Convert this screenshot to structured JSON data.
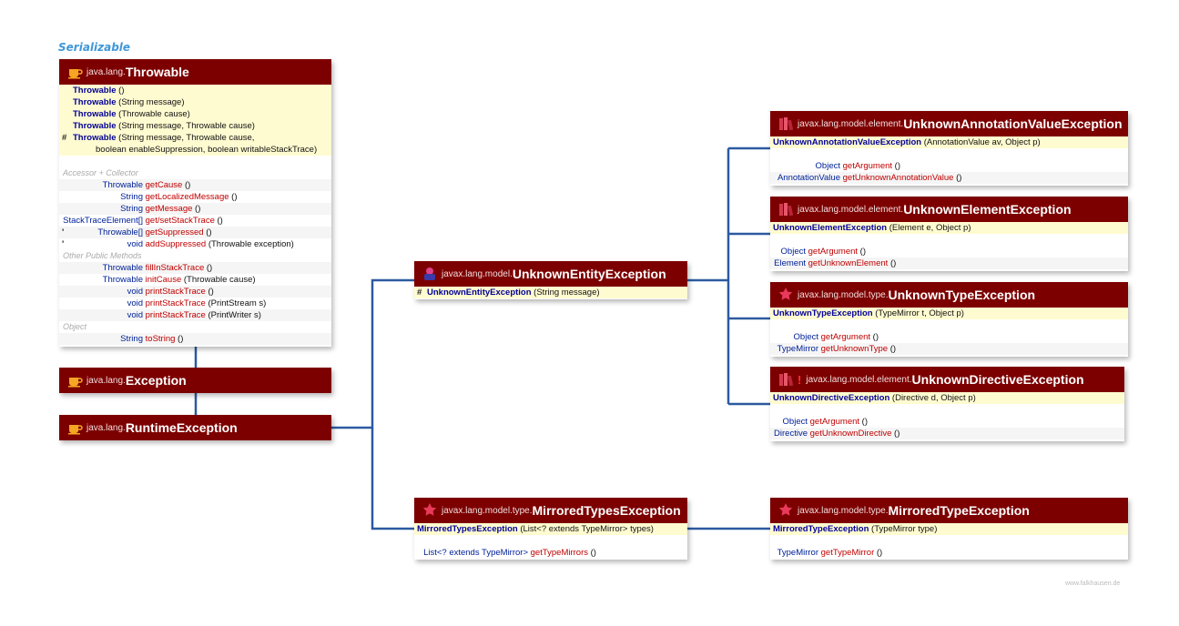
{
  "interface_label": "Serializable",
  "watermark": "www.falkhausen.de",
  "colors": {
    "header_bg": "#7d0000",
    "connector": "#2c5aa0",
    "ctor_bg": "#fffbd0",
    "method": "#c00000",
    "type": "#002299"
  },
  "throwable": {
    "package": "java.lang.",
    "name": "Throwable",
    "icon": "coffee-cup-icon",
    "ctors": [
      {
        "mark": "",
        "name": "Throwable",
        "args": " ()"
      },
      {
        "mark": "",
        "name": "Throwable",
        "args": " (String message)"
      },
      {
        "mark": "",
        "name": "Throwable",
        "args": " (Throwable cause)"
      },
      {
        "mark": "",
        "name": "Throwable",
        "args": " (String message, Throwable cause)"
      },
      {
        "mark": "#",
        "name": "Throwable",
        "args": " (String message, Throwable cause,"
      },
      {
        "mark": "",
        "name": "",
        "args": "boolean enableSuppression, boolean writableStackTrace)"
      }
    ],
    "cat_accessor": "Accessor + Collector",
    "accessors": [
      {
        "mark": "",
        "type": "Throwable",
        "method": "getCause",
        "args": " ()"
      },
      {
        "mark": "",
        "type": "String",
        "method": "getLocalizedMessage",
        "args": " ()"
      },
      {
        "mark": "",
        "type": "String",
        "method": "getMessage",
        "args": " ()"
      },
      {
        "mark": "",
        "type": "StackTraceElement[]",
        "method": "get/setStackTrace",
        "args": " ()"
      },
      {
        "mark": "'",
        "type": "Throwable[]",
        "method": "getSuppressed",
        "args": " ()"
      },
      {
        "mark": "'",
        "type": "void",
        "method": "addSuppressed",
        "args": " (Throwable exception)"
      }
    ],
    "cat_other": "Other Public Methods",
    "others": [
      {
        "type": "Throwable",
        "method": "fillInStackTrace",
        "args": " ()"
      },
      {
        "type": "Throwable",
        "method": "initCause",
        "args": " (Throwable cause)"
      },
      {
        "type": "void",
        "method": "printStackTrace",
        "args": " ()"
      },
      {
        "type": "void",
        "method": "printStackTrace",
        "args": " (PrintStream s)"
      },
      {
        "type": "void",
        "method": "printStackTrace",
        "args": " (PrintWriter s)"
      }
    ],
    "cat_object": "Object",
    "object_methods": [
      {
        "type": "String",
        "method": "toString",
        "args": " ()"
      }
    ]
  },
  "exception": {
    "package": "java.lang.",
    "name": "Exception",
    "icon": "coffee-cup-icon"
  },
  "runtime_exception": {
    "package": "java.lang.",
    "name": "RuntimeException",
    "icon": "coffee-cup-icon"
  },
  "unknown_entity": {
    "package": "javax.lang.model.",
    "name": "UnknownEntityException",
    "icon": "module-icon",
    "ctor": {
      "mark": "#",
      "name": "UnknownEntityException",
      "args": " (String message)"
    }
  },
  "mirrored_types": {
    "package": "javax.lang.model.type.",
    "name": "MirroredTypesException",
    "icon": "star-icon",
    "ctor": {
      "name": "MirroredTypesException",
      "args": " (List<? extends TypeMirror> types)"
    },
    "methods": [
      {
        "type": "List<? extends TypeMirror>",
        "method": "getTypeMirrors",
        "args": " ()"
      }
    ]
  },
  "unknown_annotation": {
    "package": "javax.lang.model.element.",
    "name": "UnknownAnnotationValueException",
    "icon": "books-icon",
    "ctor": {
      "name": "UnknownAnnotationValueException",
      "args": " (AnnotationValue av, Object p)"
    },
    "methods": [
      {
        "type": "Object",
        "method": "getArgument",
        "args": " ()"
      },
      {
        "type": "AnnotationValue",
        "method": "getUnknownAnnotationValue",
        "args": " ()"
      }
    ]
  },
  "unknown_element": {
    "package": "javax.lang.model.element.",
    "name": "UnknownElementException",
    "icon": "books-icon",
    "ctor": {
      "name": "UnknownElementException",
      "args": " (Element e, Object p)"
    },
    "methods": [
      {
        "type": "Object",
        "method": "getArgument",
        "args": " ()"
      },
      {
        "type": "Element",
        "method": "getUnknownElement",
        "args": " ()"
      }
    ]
  },
  "unknown_type": {
    "package": "javax.lang.model.type.",
    "name": "UnknownTypeException",
    "icon": "star-icon",
    "ctor": {
      "name": "UnknownTypeException",
      "args": " (TypeMirror t, Object p)"
    },
    "methods": [
      {
        "type": "Object",
        "method": "getArgument",
        "args": " ()"
      },
      {
        "type": "TypeMirror",
        "method": "getUnknownType",
        "args": " ()"
      }
    ]
  },
  "unknown_directive": {
    "package": "javax.lang.model.element.",
    "name": "UnknownDirectiveException",
    "icon": "books-icon",
    "warn": "!",
    "ctor": {
      "name": "UnknownDirectiveException",
      "args": " (Directive d, Object p)"
    },
    "methods": [
      {
        "type": "Object",
        "method": "getArgument",
        "args": " ()"
      },
      {
        "type": "Directive",
        "method": "getUnknownDirective",
        "args": " ()"
      }
    ]
  },
  "mirrored_type": {
    "package": "javax.lang.model.type.",
    "name": "MirroredTypeException",
    "icon": "star-icon",
    "ctor": {
      "name": "MirroredTypeException",
      "args": " (TypeMirror type)"
    },
    "methods": [
      {
        "type": "TypeMirror",
        "method": "getTypeMirror",
        "args": " ()"
      }
    ]
  }
}
